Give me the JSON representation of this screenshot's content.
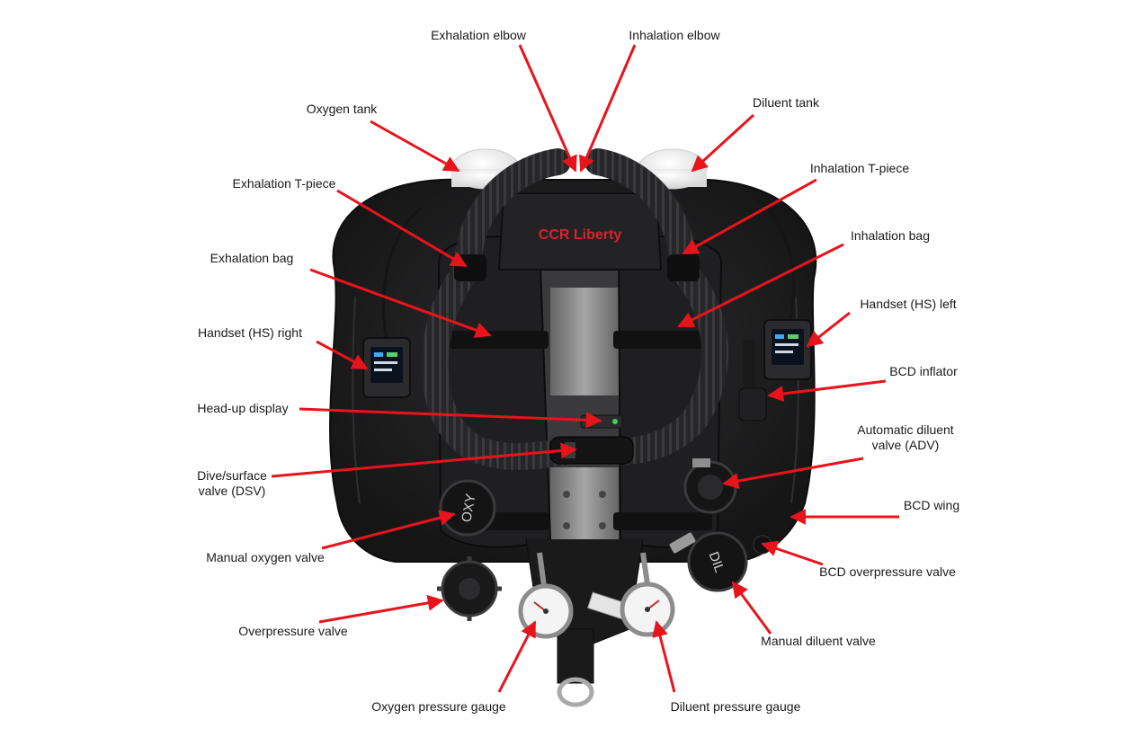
{
  "figure": {
    "brand_text": "CCR Liberty",
    "oxy_valve_text": "OXY",
    "dil_valve_text": "DIL",
    "colors": {
      "arrow": "#e8141b",
      "body": "#1c1c1e",
      "hose": "#2a2a2c",
      "bottle_cap": "#f1f1f1",
      "metal": "#9a9a9a",
      "brand": "#d7252b"
    }
  },
  "labels": {
    "exhalation_elbow": "Exhalation elbow",
    "inhalation_elbow": "Inhalation elbow",
    "oxygen_tank": "Oxygen tank",
    "diluent_tank": "Diluent tank",
    "exhalation_tpiece": "Exhalation T-piece",
    "inhalation_tpiece": "Inhalation T-piece",
    "exhalation_bag": "Exhalation bag",
    "inhalation_bag": "Inhalation bag",
    "handset_right": "Handset (HS) right",
    "handset_left": "Handset (HS) left",
    "bcd_inflator": "BCD inflator",
    "head_up_display": "Head-up display",
    "adv": "Automatic diluent\nvalve (ADV)",
    "dsv": "Dive/surface\nvalve (DSV)",
    "bcd_wing": "BCD wing",
    "manual_oxygen_valve": "Manual oxygen valve",
    "bcd_overpressure_valve": "BCD overpressure valve",
    "overpressure_valve": "Overpressure valve",
    "manual_diluent_valve": "Manual diluent valve",
    "oxygen_pressure_gauge": "Oxygen pressure gauge",
    "diluent_pressure_gauge": "Diluent pressure gauge"
  }
}
